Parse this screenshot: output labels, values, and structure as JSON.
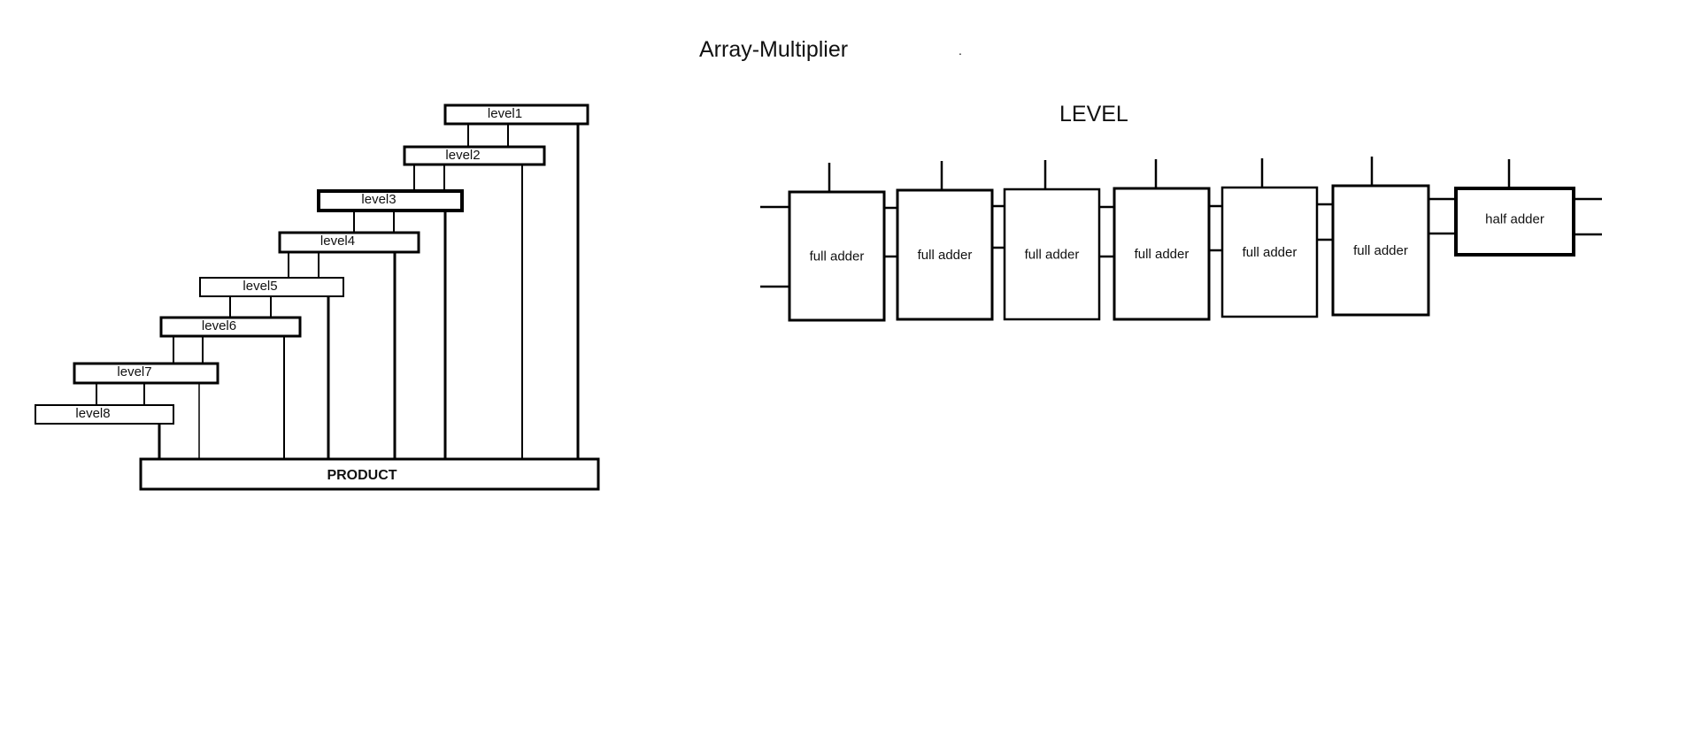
{
  "title": "Array-Multiplier",
  "title_mark": ".",
  "levels": [
    "level1",
    "level2",
    "level3",
    "level4",
    "level5",
    "level6",
    "level7",
    "level8"
  ],
  "product_label": "PRODUCT",
  "level_heading": "LEVEL",
  "adders": [
    "full adder",
    "full adder",
    "full adder",
    "full adder",
    "full adder",
    "full adder",
    "half adder"
  ]
}
